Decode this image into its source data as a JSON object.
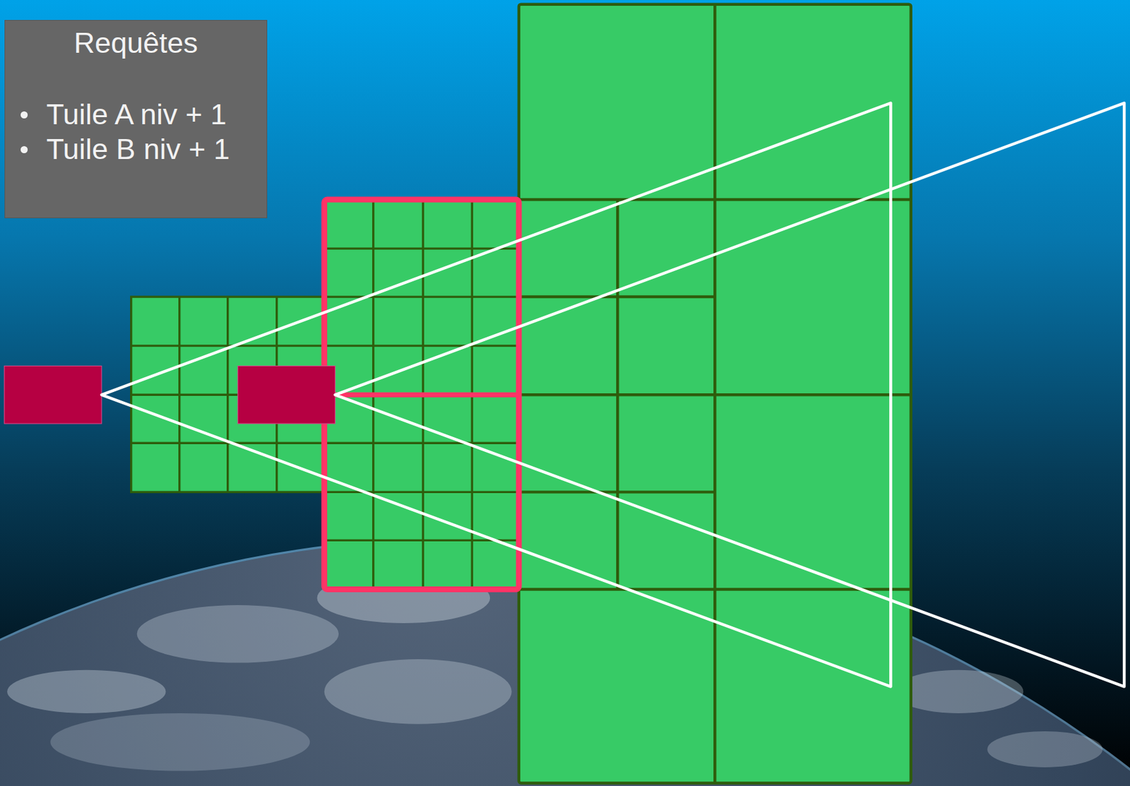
{
  "diagram": {
    "nodes": [
      {
        "text": [
          "Requêtes",
          "Tuile A niv + 1",
          "Tuile B niv + 1"
        ]
      }
    ]
  }
}
